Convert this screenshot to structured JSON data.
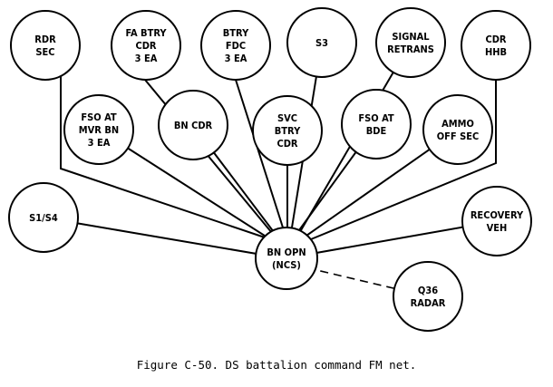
{
  "hub": {
    "lines": [
      "BN OPN",
      "(NCS)"
    ]
  },
  "nodes": [
    {
      "id": "rdr-sec",
      "lines": [
        "RDR",
        "SEC"
      ]
    },
    {
      "id": "fa-btry-cdr",
      "lines": [
        "FA BTRY",
        "CDR",
        "3 EA"
      ]
    },
    {
      "id": "btry-fdc",
      "lines": [
        "BTRY",
        "FDC",
        "3 EA"
      ]
    },
    {
      "id": "s3",
      "lines": [
        "S3"
      ]
    },
    {
      "id": "signal-retrans",
      "lines": [
        "SIGNAL",
        "RETRANS"
      ]
    },
    {
      "id": "cdr-hhb",
      "lines": [
        "CDR",
        "HHB"
      ]
    },
    {
      "id": "fso-at-mvr-bn",
      "lines": [
        "FSO AT",
        "MVR BN",
        "3 EA"
      ]
    },
    {
      "id": "bn-cdr",
      "lines": [
        "BN CDR"
      ]
    },
    {
      "id": "svc-btry-cdr",
      "lines": [
        "SVC",
        "BTRY",
        "CDR"
      ]
    },
    {
      "id": "fso-at-bde",
      "lines": [
        "FSO AT",
        "BDE"
      ]
    },
    {
      "id": "ammo-off-sec",
      "lines": [
        "AMMO",
        "OFF SEC"
      ]
    },
    {
      "id": "s1-s4",
      "lines": [
        "S1/S4"
      ]
    },
    {
      "id": "recovery-veh",
      "lines": [
        "RECOVERY",
        "VEH"
      ]
    },
    {
      "id": "q36-radar",
      "lines": [
        "Q36",
        "RADAR"
      ],
      "link": "dashed"
    }
  ],
  "caption": "Figure C-50. DS battalion command FM net."
}
